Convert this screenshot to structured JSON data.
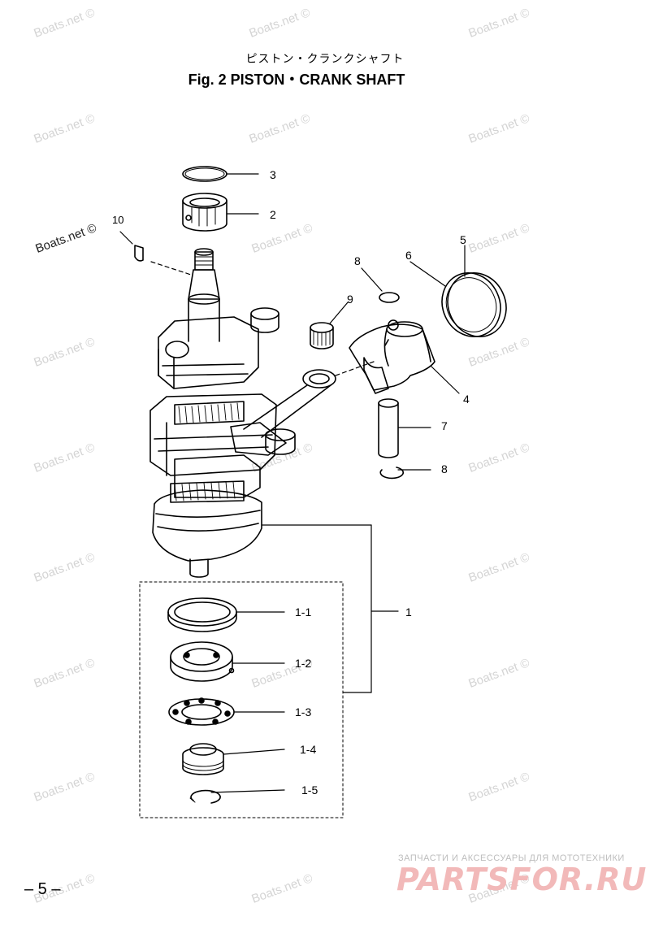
{
  "header": {
    "title_jp": "ピストン・クランクシャフト",
    "title_en": "Fig. 2   PISTON・CRANK SHAFT"
  },
  "watermark": "Boats.net ©",
  "callouts": [
    "3",
    "2",
    "10",
    "8",
    "6",
    "5",
    "9",
    "4",
    "7",
    "8",
    "1",
    "1-1",
    "1-2",
    "1-3",
    "1-4",
    "1-5"
  ],
  "footer": {
    "page_number": "– 5 –",
    "brand_subtitle": "ЗАПЧАСТИ И АКСЕССУАРЫ ДЛЯ МОТОТЕХНИКИ",
    "brand_name": "PARTSFOR.RU"
  },
  "colors": {
    "line": "#000000",
    "watermark": "#d4d4d4",
    "brand": "#f2b9b9"
  }
}
